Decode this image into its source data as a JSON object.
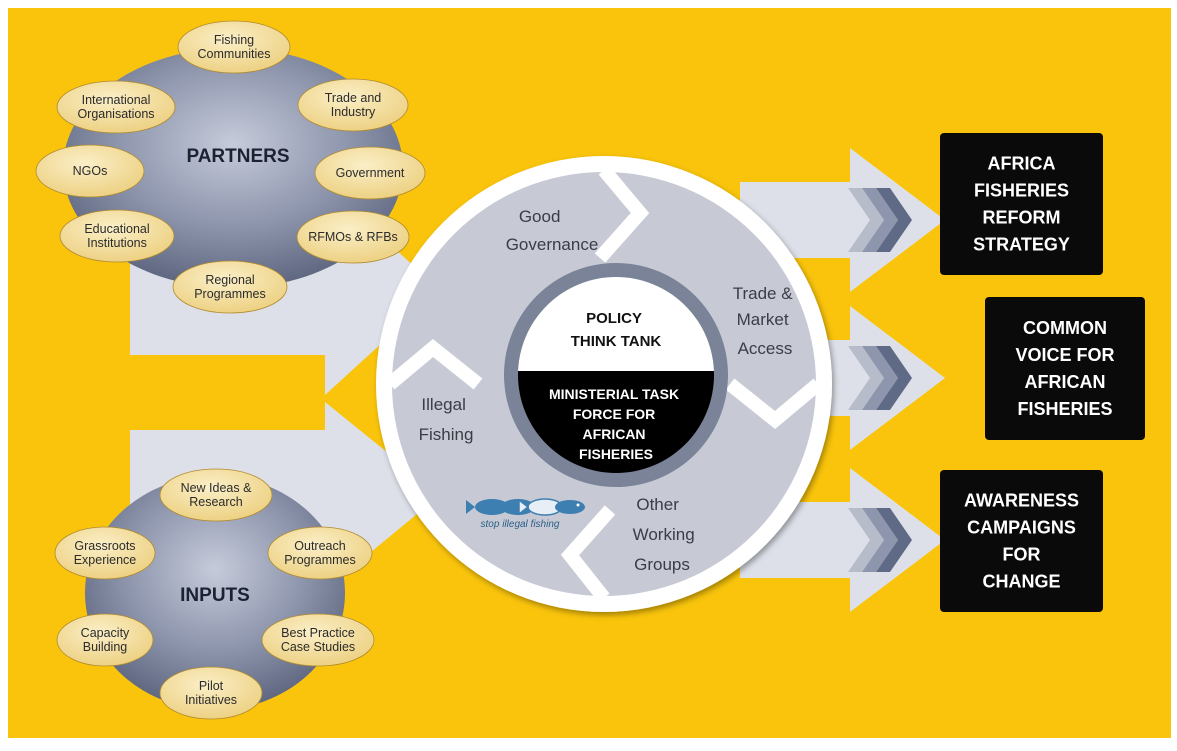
{
  "colors": {
    "background": "#f9c40b",
    "oval_fill": "#f5dfa0",
    "hub_fill": "#6c7590",
    "ring_light": "#c9ccd6",
    "ring_dark": "#7a8397",
    "arrow_fill": "#dde0e8",
    "box_fill": "#0a0a0a"
  },
  "partners": {
    "title": "PARTNERS",
    "ovals": [
      [
        "Fishing",
        "Communities"
      ],
      [
        "Trade and",
        "Industry"
      ],
      [
        "Government"
      ],
      [
        "RFMOs & RFBs"
      ],
      [
        "Regional",
        "Programmes"
      ],
      [
        "Educational",
        "Institutions"
      ],
      [
        "NGOs"
      ],
      [
        "International",
        "Organisations"
      ]
    ]
  },
  "inputs": {
    "title": "INPUTS",
    "ovals": [
      [
        "New Ideas &",
        "Research"
      ],
      [
        "Outreach",
        "Programmes"
      ],
      [
        "Best Practice",
        "Case Studies"
      ],
      [
        "Pilot",
        "Initiatives"
      ],
      [
        "Capacity",
        "Building"
      ],
      [
        "Grassroots",
        "Experience"
      ]
    ]
  },
  "cycle": {
    "segments": [
      [
        "Good",
        "Governance"
      ],
      [
        "Trade &",
        "Market",
        "Access"
      ],
      [
        "Other",
        "Working",
        "Groups"
      ],
      [
        "Illegal",
        "Fishing"
      ]
    ],
    "center_top": [
      "POLICY",
      "THINK TANK"
    ],
    "center_bottom": [
      "MINISTERIAL TASK",
      "FORCE FOR",
      "AFRICAN",
      "FISHERIES"
    ],
    "logo_text": "stop illegal fishing"
  },
  "outputs": [
    [
      "AFRICA",
      "FISHERIES",
      "REFORM",
      "STRATEGY"
    ],
    [
      "COMMON",
      "VOICE FOR",
      "AFRICAN",
      "FISHERIES"
    ],
    [
      "AWARENESS",
      "CAMPAIGNS",
      "FOR",
      "CHANGE"
    ]
  ]
}
